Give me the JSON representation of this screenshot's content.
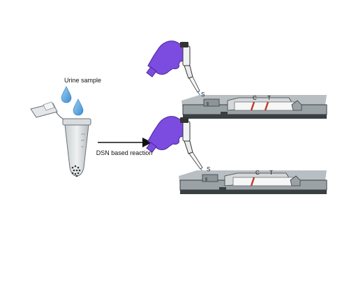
{
  "labels": {
    "urine_sample": "Urine sample",
    "dsn_reaction": "DSN based reaction"
  },
  "strips": [
    {
      "sample_pad": "S",
      "control_line": "C",
      "test_line": "T",
      "control_visible": true,
      "test_visible": true
    },
    {
      "sample_pad": "S",
      "control_line": "C",
      "test_line": "T",
      "control_visible": true,
      "test_visible": false
    }
  ],
  "colors": {
    "glove": "#7c4be0",
    "droplet": "#5aa7e0",
    "line": "#c0392b",
    "strip_body": "#9aa2a6",
    "strip_edge": "#3a3f42"
  },
  "icons": [
    "eppendorf-tube-icon",
    "water-droplet-icon",
    "pipette-hand-icon",
    "arrow-right-icon",
    "lateral-flow-strip-icon"
  ]
}
